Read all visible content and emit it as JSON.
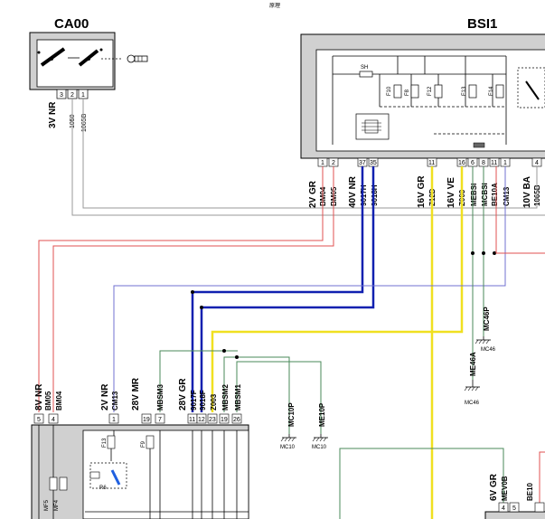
{
  "header": {
    "tiny_title": "原理"
  },
  "ca00": {
    "title": "CA00",
    "connector": "3V NR",
    "pins": [
      "3",
      "2",
      "1"
    ],
    "wires": [
      "1050",
      "1065B"
    ]
  },
  "bsi1": {
    "title": "BSI1",
    "fuses": [
      "SH",
      "F10",
      "F8",
      "F12",
      "F13",
      "F14"
    ],
    "connectors": [
      {
        "name": "2V GR",
        "pins": [
          "1",
          "2"
        ],
        "wires": [
          "BM04",
          "BM05"
        ]
      },
      {
        "name": "40V NR",
        "pins": [
          "37",
          "35"
        ],
        "wires": [
          "9017H",
          "9018H"
        ]
      },
      {
        "name": "16V GR",
        "pins": [
          "11"
        ],
        "wires": [
          "Z12D"
        ]
      },
      {
        "name": "16V VE",
        "pins": [
          "16",
          "6",
          "8",
          "11",
          "1"
        ],
        "wires": [
          "Z003",
          "MEBSI",
          "MCBSI",
          "BE10A",
          "CM13"
        ]
      },
      {
        "name": "10V BA",
        "pins": [
          "4"
        ],
        "wires": [
          "1065B"
        ]
      }
    ]
  },
  "lower_module": {
    "connectors": [
      {
        "name": "8V NR",
        "pins": [
          "5",
          "4"
        ],
        "wires": [
          "BM05",
          "BM04"
        ]
      },
      {
        "name": "2V NR",
        "pins": [
          "1"
        ],
        "wires": [
          "CM13"
        ]
      },
      {
        "name": "28V MR",
        "pins": [
          "19",
          "7"
        ],
        "wires": [
          "MBSM3"
        ]
      },
      {
        "name": "28V GR",
        "pins": [
          "11",
          "12",
          "23",
          "19",
          "26"
        ],
        "wires": [
          "9017F",
          "9018F",
          "Z003",
          "MBSM2",
          "MBSM1"
        ]
      }
    ],
    "fuses": [
      "F13",
      "F9"
    ],
    "relay": "R6",
    "bottom_labels": [
      "MF5",
      "MF4"
    ]
  },
  "grounds": {
    "mc10p": "MC10P",
    "me10p": "ME10P",
    "mc10": "MC10",
    "mc46p": "MC46P",
    "me46a": "ME46A",
    "mc46": "MC46"
  },
  "bottom_right": {
    "connector": "6V GR",
    "wire_mev": "MEV0B",
    "wire_be": "BE10",
    "pins": [
      "4",
      "5"
    ]
  }
}
